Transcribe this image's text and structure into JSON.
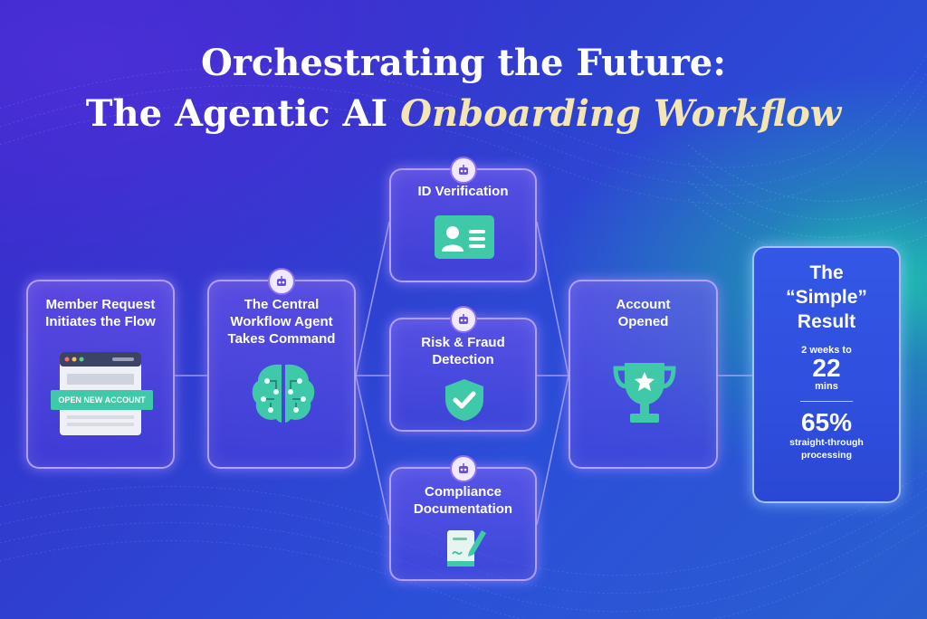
{
  "title": {
    "line1": "Orchestrating the Future:",
    "line2_plain": "The Agentic AI ",
    "line2_italic": "Onboarding Workflow"
  },
  "nodes": {
    "member_request": {
      "label_line1": "Member Request",
      "label_line2": "Initiates the Flow",
      "button": "OPEN NEW ACCOUNT",
      "icon": "browser-window-icon"
    },
    "central_agent": {
      "label_line1": "The Central",
      "label_line2": "Workflow Agent",
      "label_line3": "Takes Command",
      "icon": "brain-circuit-icon"
    },
    "id_verification": {
      "label": "ID Verification",
      "icon": "id-card-icon"
    },
    "risk_fraud": {
      "label_line1": "Risk & Fraud",
      "label_line2": "Detection",
      "icon": "shield-check-icon"
    },
    "compliance": {
      "label_line1": "Compliance",
      "label_line2": "Documentation",
      "icon": "document-pen-icon"
    },
    "account_opened": {
      "label_line1": "Account",
      "label_line2": "Opened",
      "icon": "trophy-icon"
    }
  },
  "result": {
    "heading_line1": "The",
    "heading_line2": "“Simple”",
    "heading_line3": "Result",
    "stat1_prefix": "2 weeks to",
    "stat1_value": "22",
    "stat1_unit": "mins",
    "stat2_value": "65%",
    "stat2_label_line1": "straight-through",
    "stat2_label_line2": "processing"
  },
  "colors": {
    "accent_teal": "#3fc9a8",
    "title_gold": "#f3e6b4",
    "card_border": "#bea9ff"
  }
}
